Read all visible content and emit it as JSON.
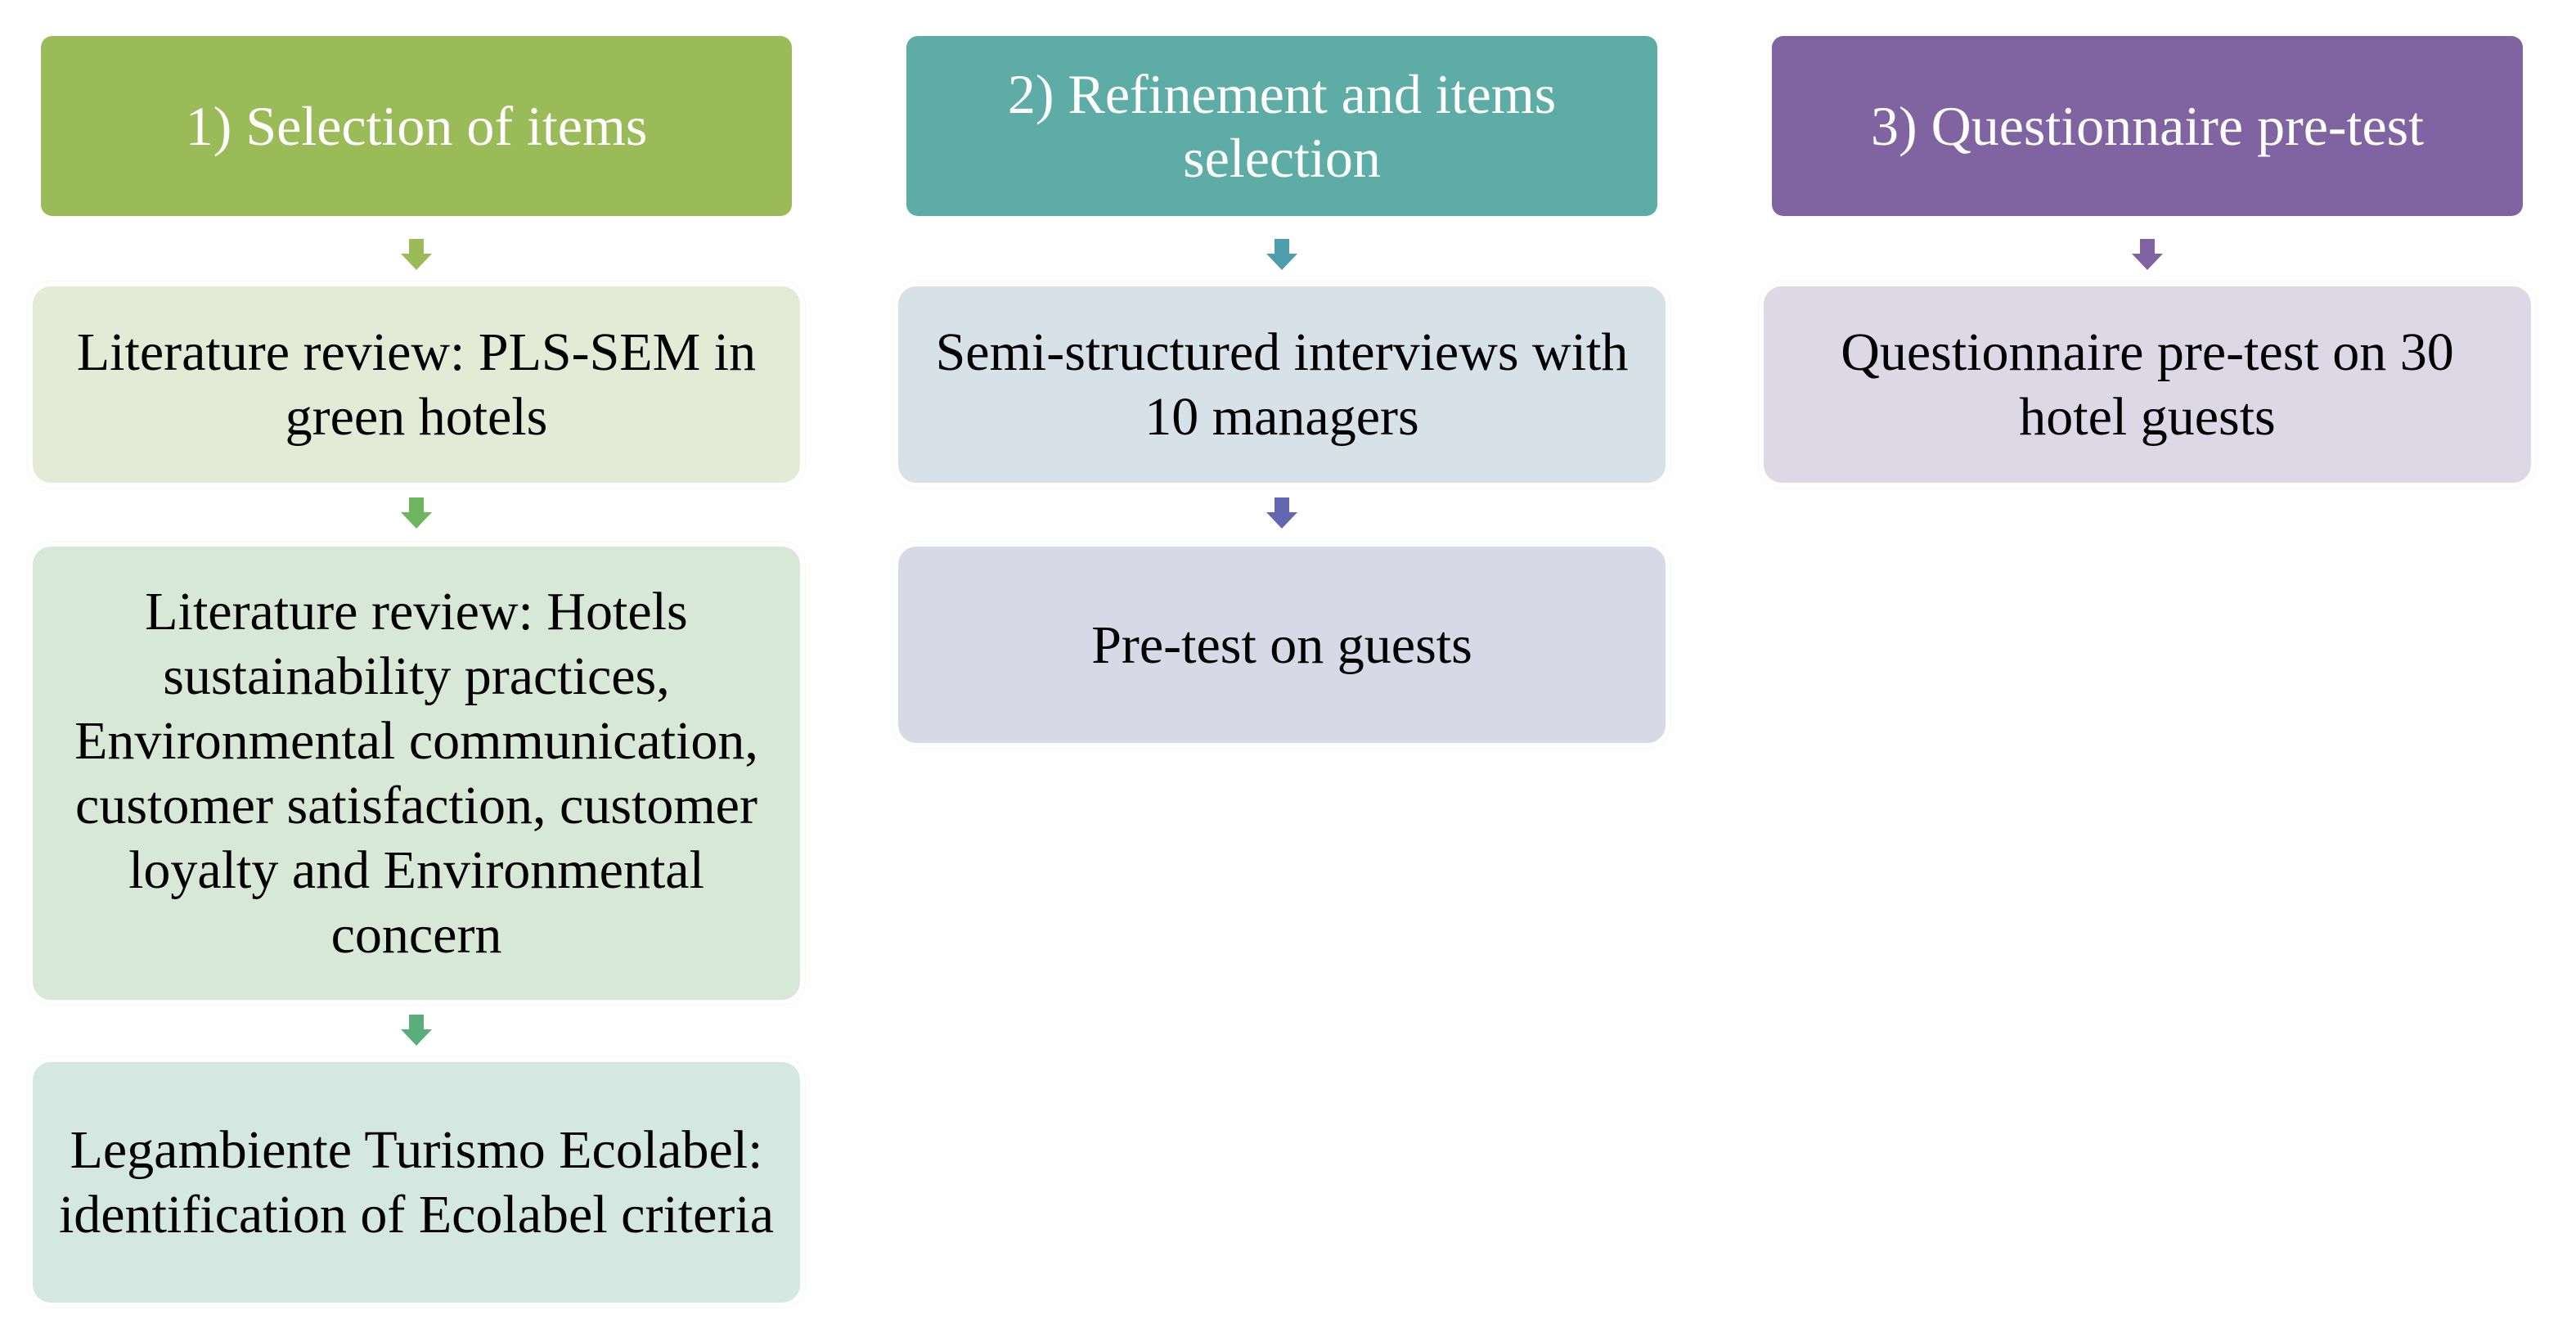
{
  "columns": [
    {
      "header": "1) Selection of items",
      "header_color": "#9BBB59",
      "arrow_colors": [
        "#9BBB59",
        "#6DB65E",
        "#5BAE7C"
      ],
      "steps": [
        {
          "text": "Literature review: PLS-SEM in green hotels",
          "color": "#E3EAD6"
        },
        {
          "text": "Literature review: Hotels sustainability practices, Environmental communication, customer satisfaction, customer loyalty and Environmental concern",
          "color": "#D8E8D6"
        },
        {
          "text": "Legambiente Turismo Ecolabel: identification of Ecolabel criteria",
          "color": "#D5E7E1"
        }
      ]
    },
    {
      "header": "2) Refinement and items selection",
      "header_color": "#5DADA6",
      "arrow_colors": [
        "#4F9EAE",
        "#6366B0"
      ],
      "steps": [
        {
          "text": "Semi-structured interviews with 10 managers",
          "color": "#D6E2E8"
        },
        {
          "text": "Pre-test on guests",
          "color": "#D8D9E6"
        }
      ]
    },
    {
      "header": "3) Questionnaire pre-test",
      "header_color": "#8064A2",
      "arrow_colors": [
        "#8064A2"
      ],
      "steps": [
        {
          "text": "Questionnaire pre-test on 30 hotel guests",
          "color": "#DDD8E6"
        }
      ]
    }
  ]
}
